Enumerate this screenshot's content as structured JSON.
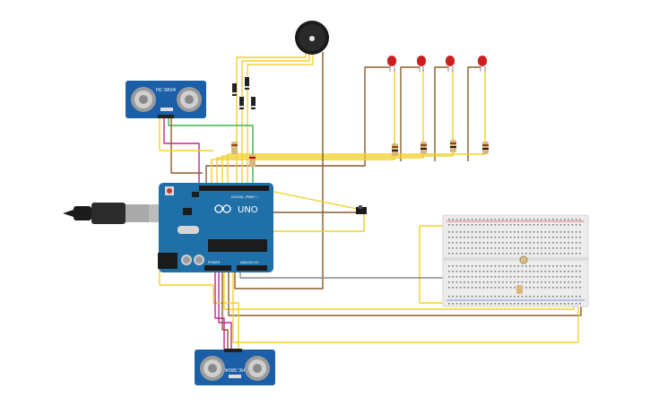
{
  "board": {
    "model_label": "UNO",
    "digital_header_label": "DIGITAL (PWM~)",
    "power_header_label": "POWER",
    "analog_header_label": "ANALOG IN"
  },
  "sensor_top": {
    "label": "HC-SR04"
  },
  "sensor_bottom": {
    "label": "HC-SR04"
  },
  "leds": {
    "count": 4,
    "color": "#cc1f1f"
  },
  "colors": {
    "board": "#1f6fa8",
    "sensor_board": "#1a5fa8",
    "wire_yellow": "#f2d12a",
    "wire_brown": "#8b5a2b",
    "wire_green": "#3bb54a",
    "wire_magenta": "#c2249a",
    "wire_gray": "#8c8c8c",
    "breadboard": "#ececec"
  }
}
